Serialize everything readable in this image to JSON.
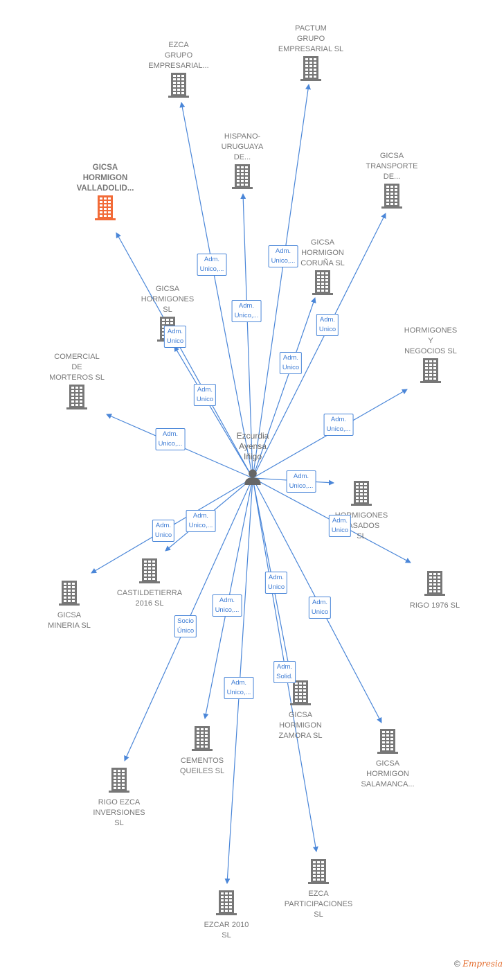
{
  "colors": {
    "edge": "#4a86d8",
    "building": "#777777",
    "building_main": "#f26b38",
    "person": "#666666"
  },
  "center": {
    "label": "Ezcurdia\nAyensa\nIñigo",
    "icon": "person-icon"
  },
  "companies": [
    {
      "id": "ezca-grupo",
      "label": "EZCA\nGRUPO\nEMPRESARIAL...",
      "main": false
    },
    {
      "id": "pactum",
      "label": "PACTUM\nGRUPO\nEMPRESARIAL SL",
      "main": false
    },
    {
      "id": "gicsa-valladolid",
      "label": "GICSA\nHORMIGON\nVALLADOLID...",
      "main": true
    },
    {
      "id": "hispano",
      "label": "HISPANO-\nURUGUAYA\nDE...",
      "main": false
    },
    {
      "id": "gicsa-transporte",
      "label": "GICSA\nTRANSPORTE\nDE...",
      "main": false
    },
    {
      "id": "gicsa-coruna",
      "label": "GICSA\nHORMIGON\nCORUÑA  SL",
      "main": false
    },
    {
      "id": "gicsa-hormigones",
      "label": "GICSA\nHORMIGONES\nSL",
      "main": false
    },
    {
      "id": "hormigones-negocios",
      "label": "HORMIGONES\nY\nNEGOCIOS  SL",
      "main": false
    },
    {
      "id": "comercial-morteros",
      "label": "COMERCIAL\nDE\nMORTEROS  SL",
      "main": false
    },
    {
      "id": "hormigones-pasados",
      "label": "HORMIGONES\nPASADOS\nSL",
      "main": false
    },
    {
      "id": "castildetierra",
      "label": "CASTILDETIERRA\n2016  SL",
      "main": false
    },
    {
      "id": "gicsa-mineria",
      "label": "GICSA\nMINERIA  SL",
      "main": false
    },
    {
      "id": "rigo-1976",
      "label": "RIGO 1976  SL",
      "main": false
    },
    {
      "id": "gicsa-zamora",
      "label": "GICSA\nHORMIGON\nZAMORA  SL",
      "main": false
    },
    {
      "id": "cementos-queiles",
      "label": "CEMENTOS\nQUEILES  SL",
      "main": false
    },
    {
      "id": "gicsa-salamanca",
      "label": "GICSA\nHORMIGON\nSALAMANCA...",
      "main": false
    },
    {
      "id": "rigo-ezca",
      "label": "RIGO EZCA\nINVERSIONES\nSL",
      "main": false
    },
    {
      "id": "ezca-participaciones",
      "label": "EZCA\nPARTICIPACIONES\nSL",
      "main": false
    },
    {
      "id": "ezcar-2010",
      "label": "EZCAR 2010\nSL",
      "main": false
    }
  ],
  "relations": [
    {
      "target": "ezca-grupo",
      "label": "Adm.\nUnico,..."
    },
    {
      "target": "pactum",
      "label": "Adm.\nUnico,..."
    },
    {
      "target": "gicsa-valladolid",
      "label": "Adm.\nUnico"
    },
    {
      "target": "hispano",
      "label": "Adm.\nUnico,..."
    },
    {
      "target": "gicsa-transporte",
      "label": "Adm.\nUnico"
    },
    {
      "target": "gicsa-coruna",
      "label": "Adm.\nUnico"
    },
    {
      "target": "gicsa-hormigones",
      "label": "Adm.\nUnico"
    },
    {
      "target": "hormigones-negocios",
      "label": "Adm.\nUnico,..."
    },
    {
      "target": "comercial-morteros",
      "label": "Adm.\nUnico,..."
    },
    {
      "target": "hormigones-pasados",
      "label": "Adm.\nUnico,..."
    },
    {
      "target": "castildetierra",
      "label": "Adm.\nUnico,..."
    },
    {
      "target": "gicsa-mineria",
      "label": "Adm.\nUnico"
    },
    {
      "target": "rigo-1976",
      "label": "Adm.\nUnico"
    },
    {
      "target": "gicsa-zamora",
      "label": "Adm.\nUnico"
    },
    {
      "target": "cementos-queiles",
      "label": "Adm.\nUnico,..."
    },
    {
      "target": "gicsa-salamanca",
      "label": "Adm.\nUnico"
    },
    {
      "target": "rigo-ezca",
      "label": "Socio\nÚnico"
    },
    {
      "target": "ezca-participaciones",
      "label": "Adm.\nSolid."
    },
    {
      "target": "ezcar-2010",
      "label": "Adm.\nUnico,..."
    }
  ],
  "footer": {
    "copyright": "©",
    "brand": "Empresia"
  }
}
